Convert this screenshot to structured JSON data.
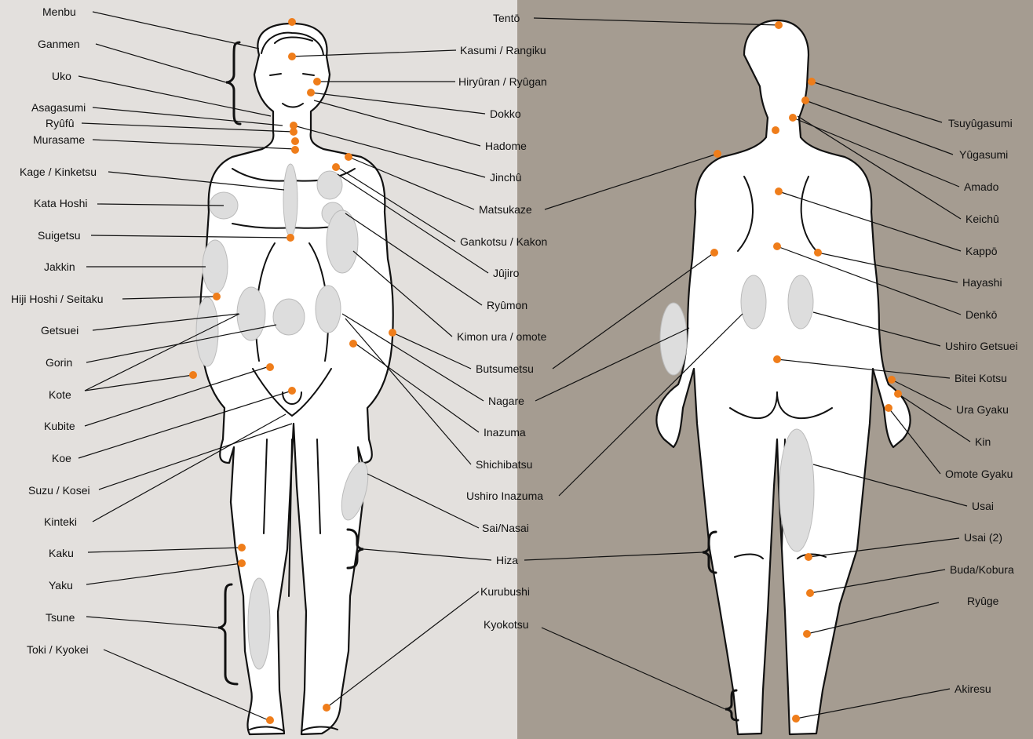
{
  "colors": {
    "left_bg": "#e3e0dd",
    "right_bg": "#a59c91",
    "point": "#ef7d1a"
  },
  "labels": {
    "menbu": "Menbu",
    "ganmen": "Ganmen",
    "uko": "Uko",
    "asagasumi": "Asagasumi",
    "ryufu": "Ryûfû",
    "murasame": "Murasame",
    "kage": "Kage / Kinketsu",
    "kata_hoshi": "Kata Hoshi",
    "suigetsu": "Suigetsu",
    "jakkin": "Jakkin",
    "hiji_hoshi": "Hiji Hoshi / Seitaku",
    "getsuei": "Getsuei",
    "gorin": "Gorin",
    "kote": "Kote",
    "kubite": "Kubite",
    "koe": "Koe",
    "suzu": "Suzu / Kosei",
    "kinteki": "Kinteki",
    "kaku": "Kaku",
    "yaku": "Yaku",
    "tsune": "Tsune",
    "toki": "Toki / Kyokei",
    "tento": "Tentō",
    "kasumi": "Kasumi / Rangiku",
    "hiryuran": "Hiryûran / Ryûgan",
    "dokko": "Dokko",
    "hadome": "Hadome",
    "jinchu": "Jinchû",
    "matsukaze": "Matsukaze",
    "gankotsu": "Gankotsu / Kakon",
    "jujiro": "Jûjiro",
    "ryumon": "Ryûmon",
    "kimon": "Kimon ura / omote",
    "butsumetsu": "Butsumetsu",
    "nagare": "Nagare",
    "inazuma": "Inazuma",
    "shichibatsu": "Shichibatsu",
    "ushiro_inazuma": "Ushiro Inazuma",
    "sai": "Sai/Nasai",
    "hiza": "Hiza",
    "kurubushi": "Kurubushi",
    "kyokotsu": "Kyokotsu",
    "tsuyugasumi": "Tsuyûgasumi",
    "yugasumi": "Yûgasumi",
    "amado": "Amado",
    "keichu": "Keichû",
    "kappo": "Kappō",
    "hayashi": "Hayashi",
    "denko": "Denkō",
    "ushiro_getsuei": "Ushiro Getsuei",
    "bitei_kotsu": "Bitei Kotsu",
    "ura_gyaku": "Ura Gyaku",
    "kin": "Kin",
    "omote_gyaku": "Omote Gyaku",
    "usai": "Usai",
    "usai2": "Usai (2)",
    "buda": "Buda/Kobura",
    "ryuge": "Ryûge",
    "akiresu": "Akiresu"
  }
}
